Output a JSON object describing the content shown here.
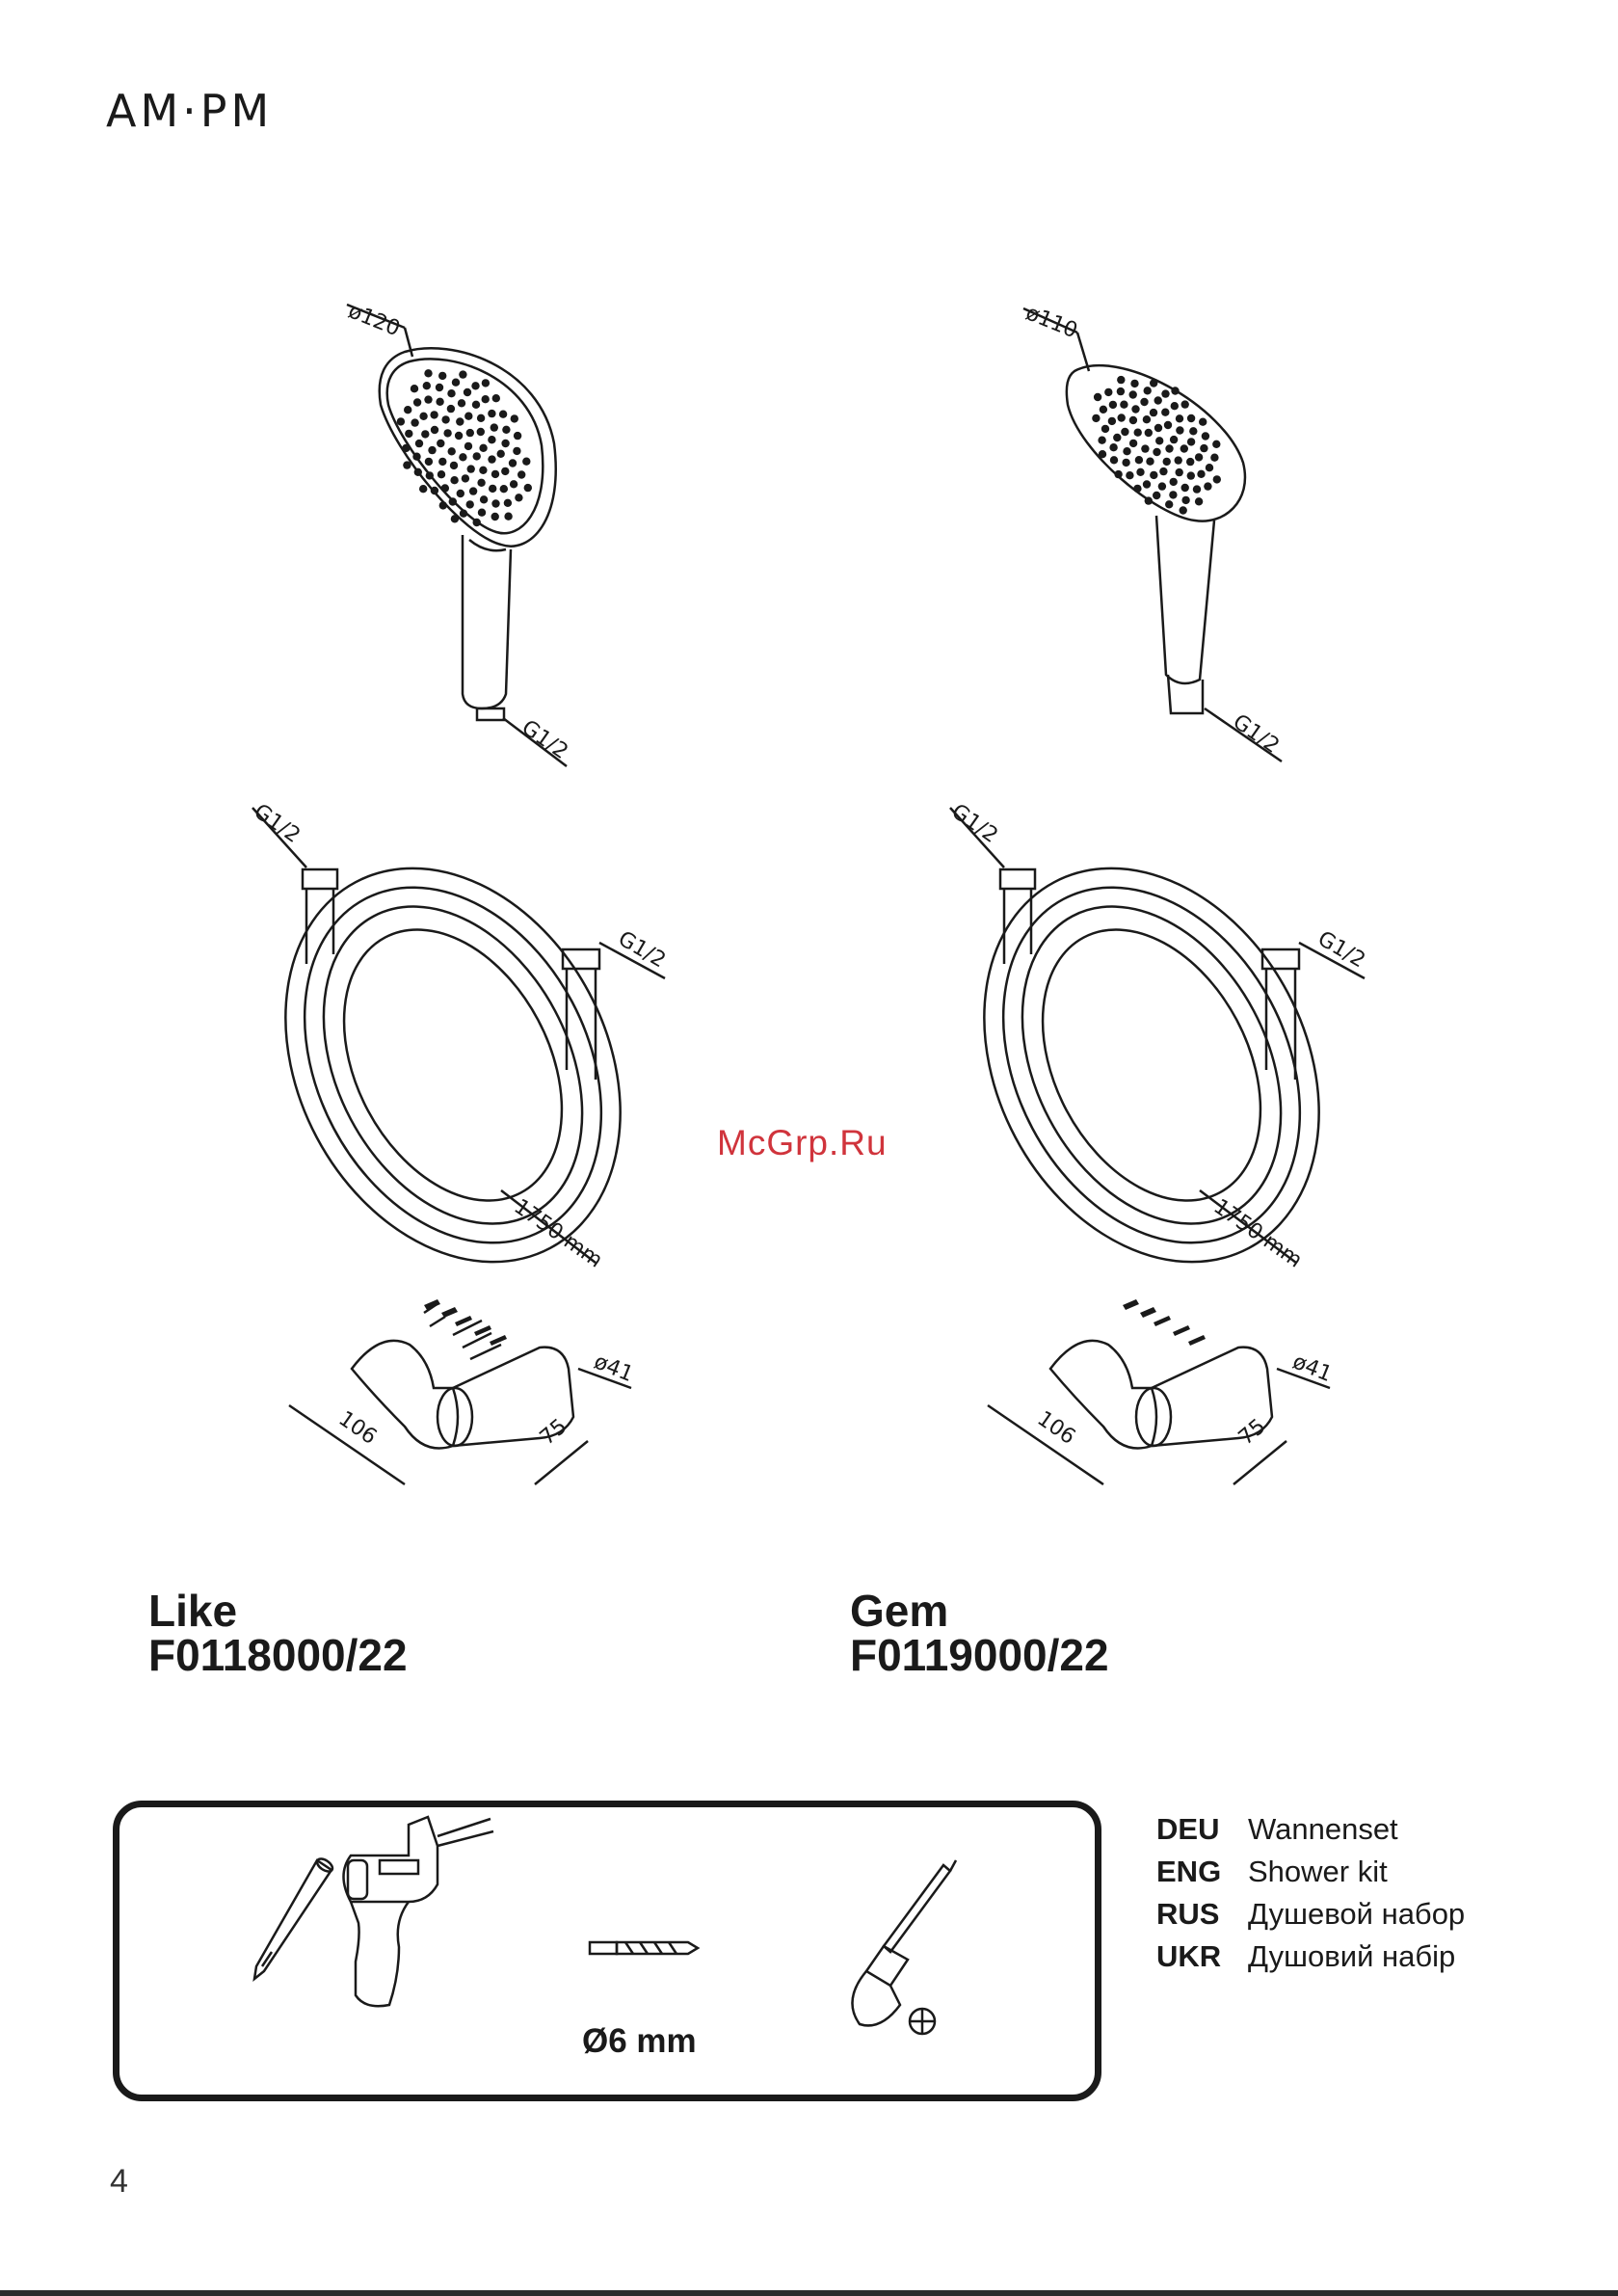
{
  "brand": {
    "logo_text": "AM·PM"
  },
  "watermark": "McGrp.Ru",
  "dimensions": {
    "left": {
      "head_diameter": "ø120",
      "head_thread": "G1/2",
      "hose_thread_a": "G1/2",
      "hose_thread_b": "G1/2",
      "hose_length": "1750 mm",
      "holder_length": "106",
      "holder_height": "75",
      "holder_diameter": "ø41"
    },
    "right": {
      "head_diameter": "ø110",
      "head_thread": "G1/2",
      "hose_thread_a": "G1/2",
      "hose_thread_b": "G1/2",
      "hose_length": "1750 mm",
      "holder_length": "106",
      "holder_height": "75",
      "holder_diameter": "ø41"
    }
  },
  "products": [
    {
      "name": "Like",
      "code": "F0118000/22"
    },
    {
      "name": "Gem",
      "code": "F0119000/22"
    }
  ],
  "tools": {
    "drill_bit": "Ø6 mm"
  },
  "languages": [
    {
      "code": "DEU",
      "label": "Wannenset"
    },
    {
      "code": "ENG",
      "label": "Shower kit"
    },
    {
      "code": "RUS",
      "label": "Душевой набор"
    },
    {
      "code": "UKR",
      "label": "Душовий набір"
    }
  ],
  "page_number": "4"
}
